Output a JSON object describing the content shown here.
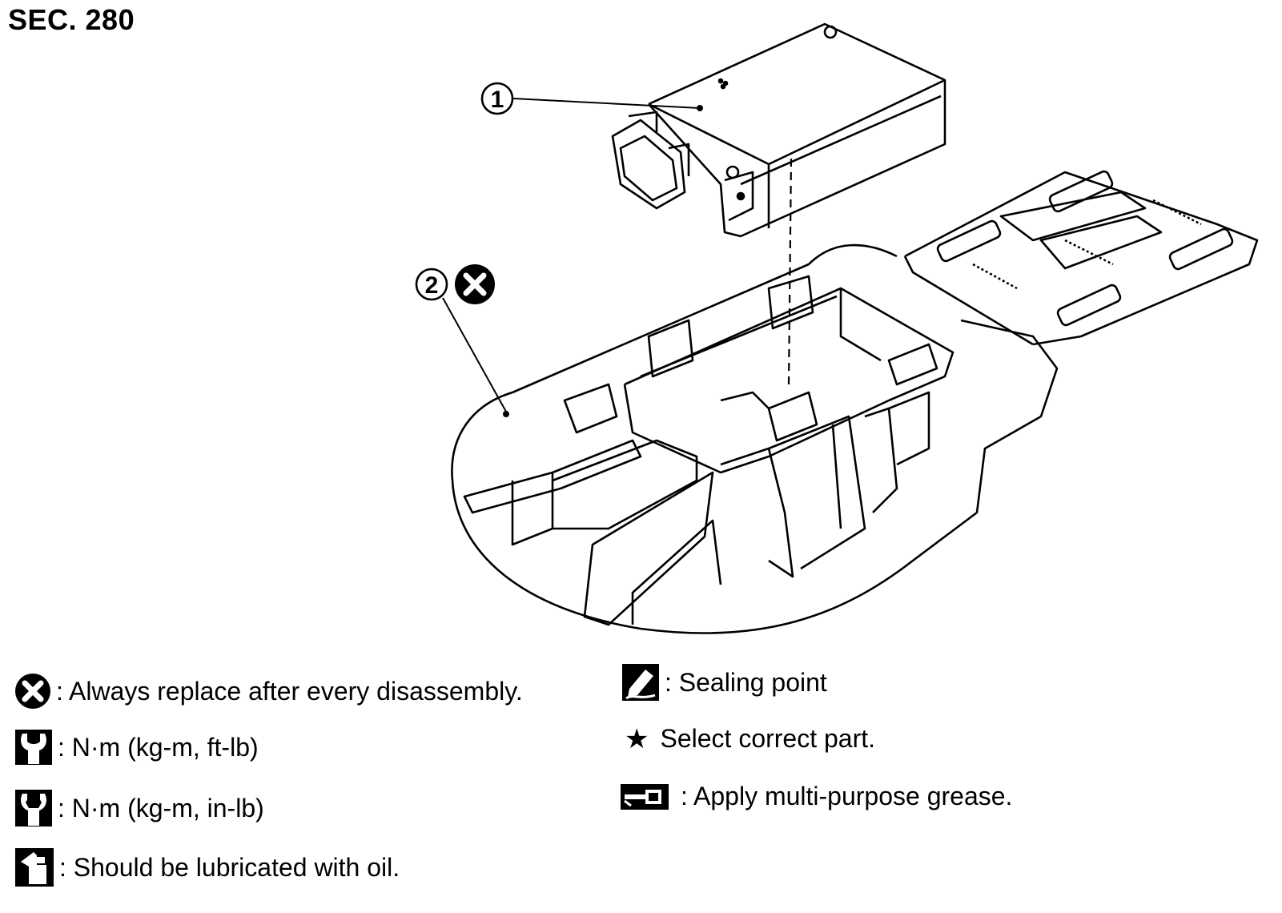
{
  "header": {
    "section": "SEC. 280"
  },
  "callouts": [
    {
      "num": "1"
    },
    {
      "num": "2",
      "symbol": "replace-x-icon"
    }
  ],
  "legend": {
    "replace": {
      "icon": "replace-x-icon",
      "text": ": Always replace after every disassembly."
    },
    "torque_ft": {
      "icon": "wrench-torque-icon",
      "text": ": N·m (kg-m, ft-lb)"
    },
    "torque_in": {
      "icon": "wrench-torque-small-icon",
      "text": ": N·m (kg-m, in-lb)"
    },
    "oil": {
      "icon": "oil-can-icon",
      "text": ": Should be lubricated with oil."
    },
    "sealing": {
      "icon": "sealant-tube-icon",
      "text": ": Sealing point"
    },
    "select": {
      "icon": "star-icon",
      "text": "Select correct part."
    },
    "grease": {
      "icon": "grease-gun-icon",
      "text": ": Apply multi-purpose grease."
    }
  }
}
